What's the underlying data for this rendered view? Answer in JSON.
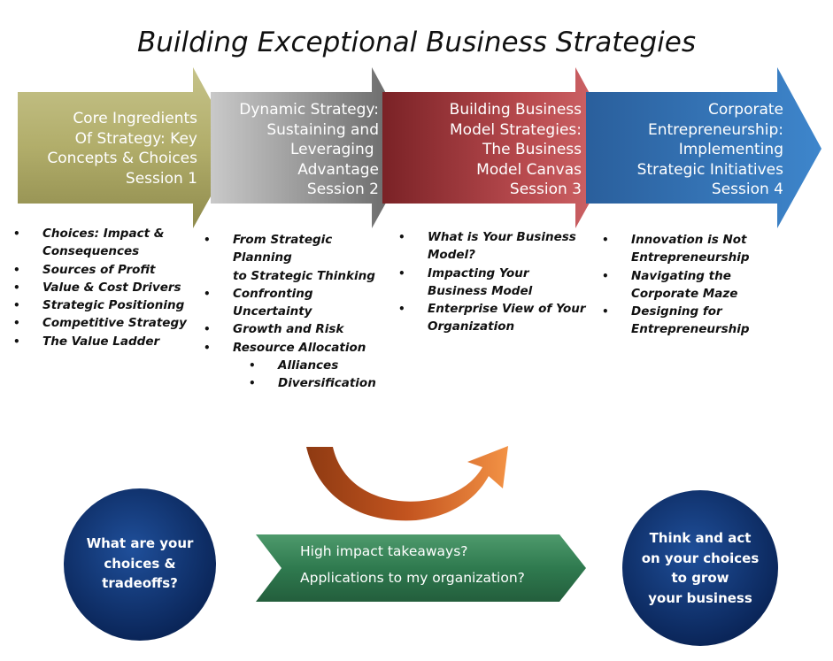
{
  "title": "Building Exceptional Business Strategies",
  "sessions": [
    {
      "label_lines": [
        "Core Ingredients",
        "Of Strategy: Key",
        "Concepts & Choices",
        "Session 1"
      ],
      "color": "#b1ad6a",
      "bullets": [
        {
          "text": "Choices:  Impact &",
          "indent": 0
        },
        {
          "text": "Consequences",
          "indent": 0,
          "continuation": true
        },
        {
          "text": "Sources of Profit",
          "indent": 0
        },
        {
          "text": "Value & Cost Drivers",
          "indent": 0
        },
        {
          "text": "Strategic Positioning",
          "indent": 0
        },
        {
          "text": "Competitive Strategy",
          "indent": 0
        },
        {
          "text": "The Value Ladder",
          "indent": 0
        }
      ]
    },
    {
      "label_lines": [
        "Dynamic Strategy:",
        "Sustaining and",
        "Leveraging ",
        "Advantage",
        "Session 2"
      ],
      "color": "#8e8e8e",
      "bullets": [
        {
          "text": "From Strategic Planning",
          "indent": 0
        },
        {
          "text": "to Strategic Thinking",
          "indent": 0,
          "continuation": true
        },
        {
          "text": "Confronting Uncertainty",
          "indent": 0
        },
        {
          "text": "Growth and Risk",
          "indent": 0
        },
        {
          "text": "Resource Allocation",
          "indent": 0
        },
        {
          "text": "Alliances",
          "indent": 1
        },
        {
          "text": "Diversification",
          "indent": 1
        }
      ]
    },
    {
      "label_lines": [
        "Building Business",
        "Model Strategies:",
        "The Business",
        "Model Canvas",
        "Session 3"
      ],
      "color": "#b84a4e",
      "bullets": [
        {
          "text": "What is Your Business",
          "indent": 0
        },
        {
          "text": "Model?",
          "indent": 0,
          "continuation": true
        },
        {
          "text": "Impacting Your",
          "indent": 0
        },
        {
          "text": "Business Model",
          "indent": 0,
          "continuation": true
        },
        {
          "text": "Enterprise View of Your",
          "indent": 0
        },
        {
          "text": "Organization",
          "indent": 0,
          "continuation": true
        }
      ]
    },
    {
      "label_lines": [
        "Corporate",
        "Entrepreneurship:",
        "Implementing",
        "Strategic Initiatives",
        "Session 4"
      ],
      "color": "#2f6fb3",
      "bullets": [
        {
          "text": "Innovation is Not",
          "indent": 0
        },
        {
          "text": "Entrepreneurship",
          "indent": 0,
          "continuation": true
        },
        {
          "text": "Navigating the",
          "indent": 0
        },
        {
          "text": "Corporate Maze",
          "indent": 0,
          "continuation": true
        },
        {
          "text": "Designing for",
          "indent": 0
        },
        {
          "text": "Entrepreneurship",
          "indent": 0,
          "continuation": true
        }
      ]
    }
  ],
  "left_circle": {
    "lines": [
      "What are your",
      "choices &",
      "tradeoffs?"
    ],
    "color": "#0e2f6b"
  },
  "right_circle": {
    "lines": [
      "Think and act",
      "on your choices",
      "to grow",
      "your business"
    ],
    "color": "#0e2f6b"
  },
  "takeaways": {
    "lines": [
      "High impact takeaways?",
      "Applications to my organization?"
    ],
    "color": "#2f7a4f"
  },
  "curved_arrow": {
    "color_start": "#9a3d12",
    "color_end": "#f08a3a"
  }
}
